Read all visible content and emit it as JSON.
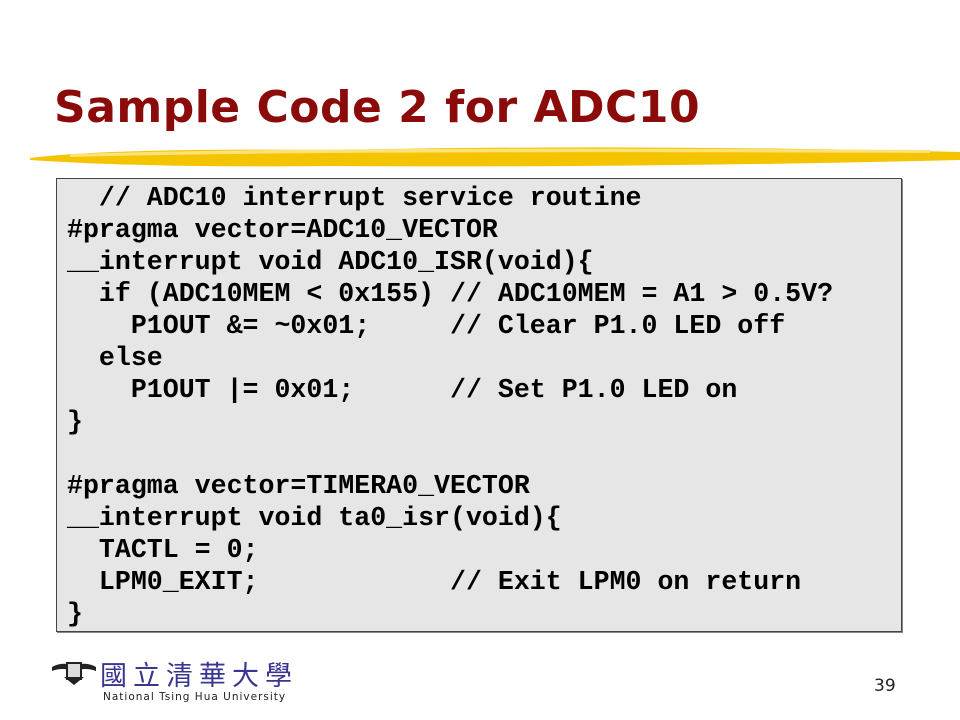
{
  "slide": {
    "title": "Sample Code 2 for ADC10",
    "code": "  // ADC10 interrupt service routine\n#pragma vector=ADC10_VECTOR\n__interrupt void ADC10_ISR(void){\n  if (ADC10MEM < 0x155) // ADC10MEM = A1 > 0.5V?\n    P1OUT &= ~0x01;     // Clear P1.0 LED off\n  else\n    P1OUT |= 0x01;      // Set P1.0 LED on\n}\n\n#pragma vector=TIMERA0_VECTOR\n__interrupt void ta0_isr(void){\n  TACTL = 0;\n  LPM0_EXIT;            // Exit LPM0 on return\n}",
    "logo_chinese": "國立清華大學",
    "logo_english": "National Tsing Hua University",
    "page_number": "39",
    "title_color": "#8b0a0a",
    "accent_color": "#f5c400"
  }
}
